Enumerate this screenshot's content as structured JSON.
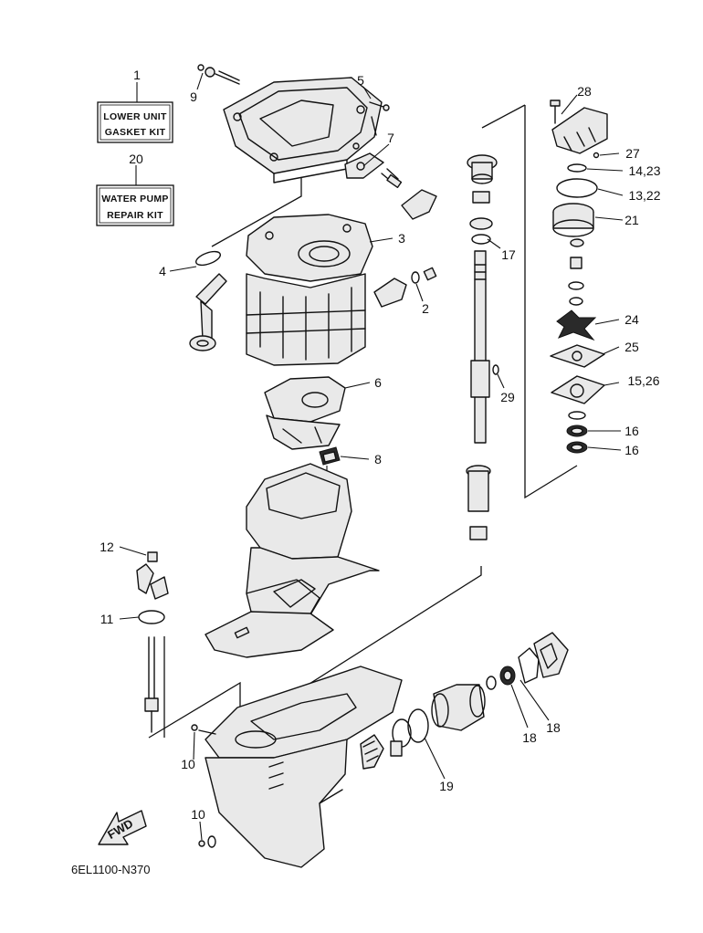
{
  "diagram": {
    "reference_code": "6EL1100-N370",
    "direction_label": "FWD",
    "kits": [
      {
        "number": "1",
        "line1": "LOWER UNIT",
        "line2": "GASKET KIT"
      },
      {
        "number": "20",
        "line1": "WATER PUMP",
        "line2": "REPAIR KIT"
      }
    ],
    "callouts": [
      "9",
      "5",
      "7",
      "3",
      "4",
      "2",
      "6",
      "8",
      "12",
      "11",
      "10",
      "10",
      "28",
      "27",
      "14,23",
      "13,22",
      "21",
      "17",
      "24",
      "25",
      "15,26",
      "29",
      "16",
      "16",
      "18",
      "18",
      "19"
    ]
  }
}
